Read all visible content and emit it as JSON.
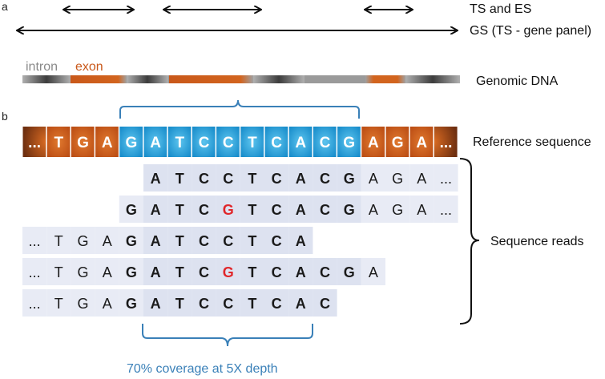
{
  "panel_a": {
    "label": "a",
    "ts_es_label": "TS and ES",
    "gs_label": "GS (TS - gene panel)",
    "legend_intron": "intron",
    "legend_exon": "exon",
    "genomic_label": "Genomic DNA"
  },
  "panel_b": {
    "label": "b",
    "reference_label": "Reference sequence",
    "reads_label": "Sequence reads",
    "coverage_label": "70% coverage at 5X depth",
    "reference": [
      "...",
      "T",
      "G",
      "A",
      "G",
      "A",
      "T",
      "C",
      "C",
      "T",
      "C",
      "A",
      "C",
      "G",
      "A",
      "G",
      "A",
      "..."
    ],
    "reference_colors": [
      "orange",
      "orange",
      "orange",
      "orange",
      "blue",
      "blue",
      "blue",
      "blue",
      "blue",
      "blue",
      "blue",
      "blue",
      "blue",
      "blue",
      "orange",
      "orange",
      "orange",
      "orange"
    ],
    "reads": [
      {
        "start": 5,
        "bases": [
          "A",
          "T",
          "C",
          "C",
          "T",
          "C",
          "A",
          "C",
          "G",
          "A",
          "G",
          "A",
          "..."
        ],
        "mismatch": []
      },
      {
        "start": 4,
        "bases": [
          "G",
          "A",
          "T",
          "C",
          "G",
          "T",
          "C",
          "A",
          "C",
          "G",
          "A",
          "G",
          "A",
          "..."
        ],
        "mismatch": [
          4
        ]
      },
      {
        "start": 0,
        "bases": [
          "...",
          "T",
          "G",
          "A",
          "G",
          "A",
          "T",
          "C",
          "C",
          "T",
          "C",
          "A"
        ],
        "mismatch": []
      },
      {
        "start": 0,
        "bases": [
          "...",
          "T",
          "G",
          "A",
          "G",
          "A",
          "T",
          "C",
          "G",
          "T",
          "C",
          "A",
          "C",
          "G",
          "A"
        ],
        "mismatch": [
          8
        ]
      },
      {
        "start": 0,
        "bases": [
          "...",
          "T",
          "G",
          "A",
          "G",
          "A",
          "T",
          "C",
          "C",
          "T",
          "C",
          "A",
          "C"
        ],
        "mismatch": []
      }
    ]
  },
  "colors": {
    "exon_orange": "#c9581a",
    "target_blue": "#1f9fd9",
    "read_bg": "#dde2f0",
    "read_bg_alt": "#e8ebf5",
    "mismatch": "#e0262a",
    "bracket_blue": "#3a80b8",
    "coverage_text": "#3a80b8"
  }
}
